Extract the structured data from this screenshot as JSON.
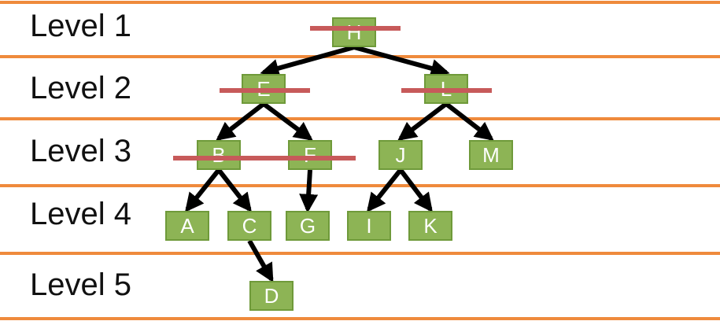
{
  "levels": [
    {
      "label": "Level 1"
    },
    {
      "label": "Level 2"
    },
    {
      "label": "Level 3"
    },
    {
      "label": "Level 4"
    },
    {
      "label": "Level 5"
    }
  ],
  "nodes": {
    "H": "H",
    "E": "E",
    "L": "L",
    "B": "B",
    "F": "F",
    "J": "J",
    "M": "M",
    "A": "A",
    "C": "C",
    "G": "G",
    "I": "I",
    "K": "K",
    "D": "D"
  },
  "edges": [
    [
      "H",
      "E"
    ],
    [
      "H",
      "L"
    ],
    [
      "E",
      "B"
    ],
    [
      "E",
      "F"
    ],
    [
      "L",
      "J"
    ],
    [
      "L",
      "M"
    ],
    [
      "B",
      "A"
    ],
    [
      "B",
      "C"
    ],
    [
      "F",
      "G"
    ],
    [
      "J",
      "I"
    ],
    [
      "J",
      "K"
    ],
    [
      "C",
      "D"
    ]
  ],
  "struck_out_nodes": [
    "H",
    "E",
    "L",
    "B",
    "F"
  ],
  "colors": {
    "level_line": "#ef8a3c",
    "node_fill": "#8db455",
    "node_border": "#6f9a3a",
    "node_text": "#ffffff",
    "edge": "#000000",
    "strike": "#c75a5a"
  }
}
